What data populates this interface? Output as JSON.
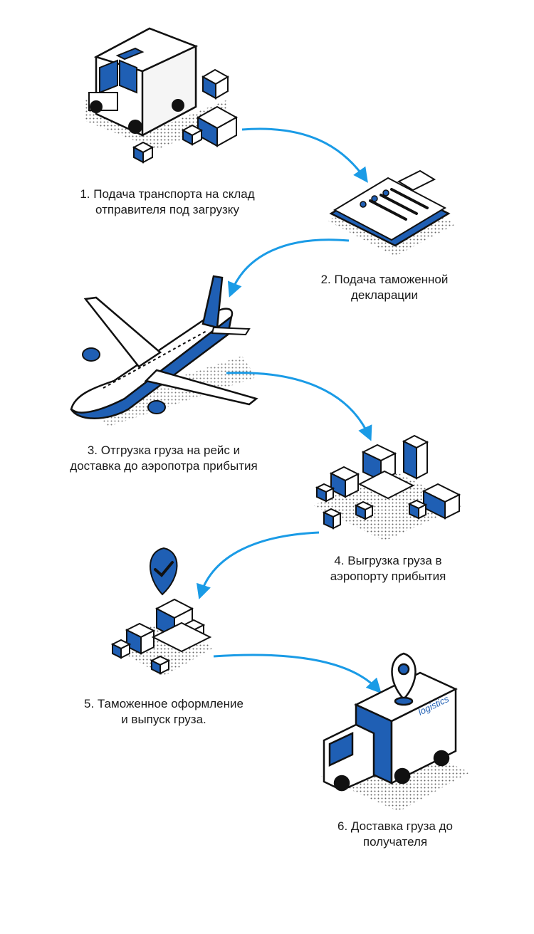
{
  "steps": [
    {
      "lines": [
        "1. Подача транспорта на склад",
        "отправителя под загрузку"
      ],
      "icon": "van-loading-boxes-icon"
    },
    {
      "lines": [
        "2. Подача таможенной",
        "декларации"
      ],
      "icon": "clipboard-declaration-icon"
    },
    {
      "lines": [
        "3. Отгрузка груза на рейс и",
        "доставка до аэропотра прибытия"
      ],
      "icon": "airplane-icon"
    },
    {
      "lines": [
        "4. Выгрузка груза в",
        "аэропорту прибытия"
      ],
      "icon": "cargo-pallets-icon"
    },
    {
      "lines": [
        "5. Таможенное оформление",
        "и выпуск груза."
      ],
      "icon": "cleared-cargo-checkmark-icon"
    },
    {
      "lines": [
        "6. Доставка груза до",
        "получателя"
      ],
      "icon": "delivery-truck-location-icon"
    }
  ],
  "truck_brand": "logistics",
  "colors": {
    "accent": "#1a9be6",
    "brand_blue": "#1f5fb4",
    "ink": "#111111"
  }
}
